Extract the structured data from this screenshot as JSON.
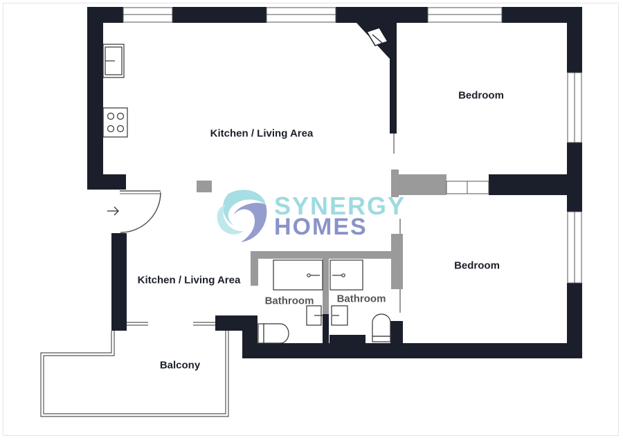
{
  "rooms": {
    "kitchen_living_1": "Kitchen / Living Area",
    "kitchen_living_2": "Kitchen / Living Area",
    "bedroom_1": "Bedroom",
    "bedroom_2": "Bedroom",
    "bathroom_1": "Bathroom",
    "bathroom_2": "Bathroom",
    "balcony": "Balcony"
  },
  "watermark": {
    "line1": "SYNERGY",
    "line2": "HOMES",
    "color_top": "#9ddbe0",
    "color_bottom": "#8a93c9"
  },
  "colors": {
    "wall": "#1b1f2b",
    "partition": "#9a9a9a",
    "fixture": "#333333"
  },
  "icons": {
    "entrance": "entrance-arrow-icon",
    "hob": "hob-icon",
    "sink": "sink-icon",
    "toilet": "toilet-icon"
  }
}
